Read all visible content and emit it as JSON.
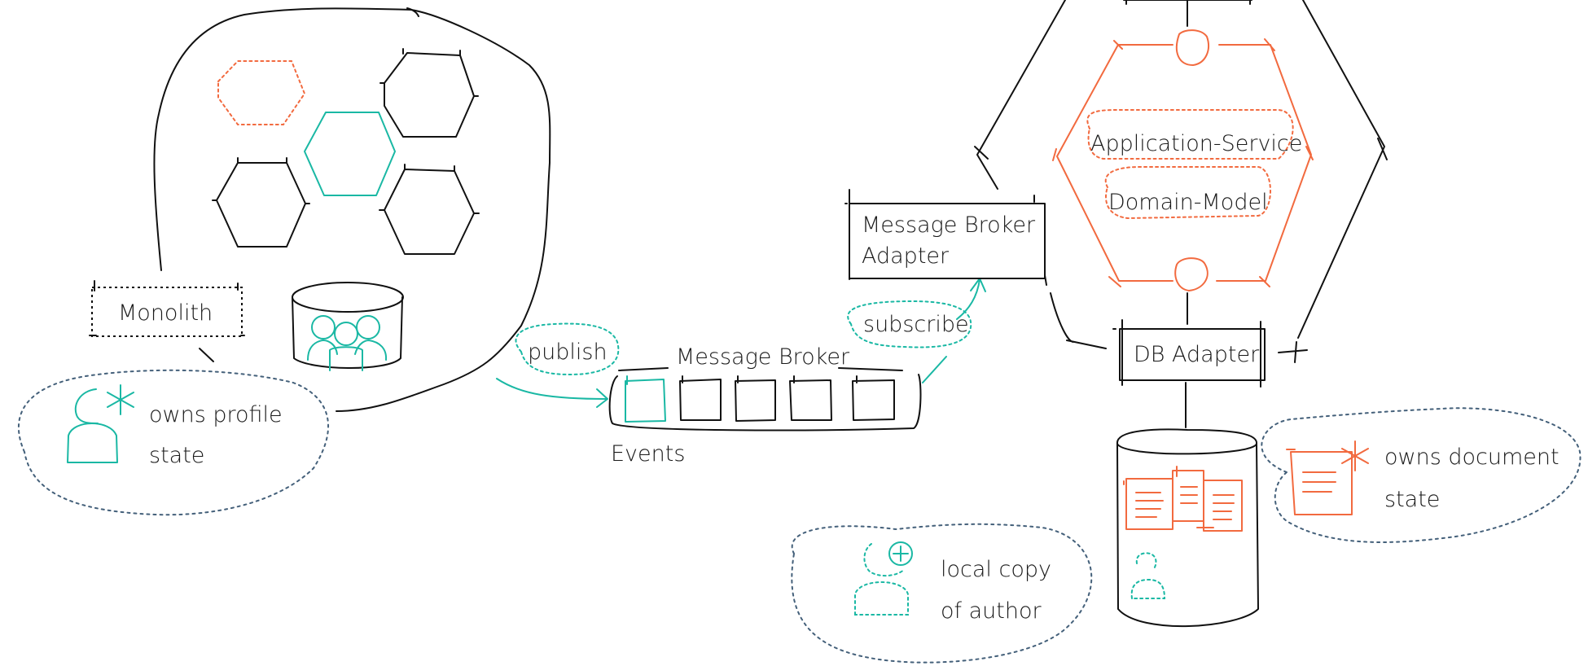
{
  "labels": {
    "monolith": "Monolith",
    "publish": "publish",
    "message_broker": "Message Broker",
    "events": "Events",
    "subscribe": "subscribe",
    "message_broker_adapter_line1": "Message Broker",
    "message_broker_adapter_line2": "Adapter",
    "application_service": "Application-Service",
    "domain_model": "Domain-Model",
    "db_adapter": "DB Adapter",
    "owns_profile_line1": "owns profile",
    "owns_profile_line2": "state",
    "owns_document_line1": "owns document",
    "owns_document_line2": "state",
    "local_copy_line1": "local copy",
    "local_copy_line2": "of author"
  },
  "colors": {
    "ink": "#111111",
    "accent_orange": "#f26a3f",
    "accent_teal": "#1ab8a4",
    "bubble_dotted": "#44607a"
  },
  "icons": [
    "hexagon-icon",
    "database-icon",
    "user-group-icon",
    "user-icon",
    "asterisk-icon",
    "document-icon",
    "plus-icon",
    "event-square-icon"
  ]
}
